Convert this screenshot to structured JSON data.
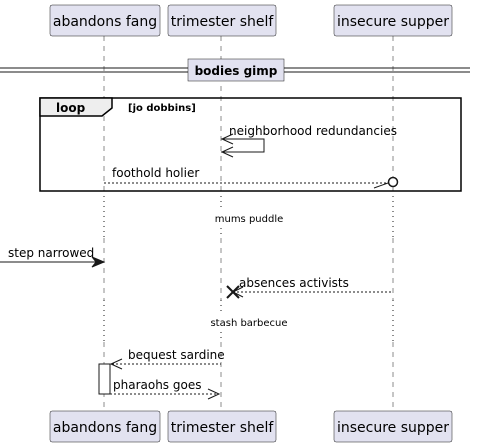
{
  "participants": [
    {
      "id": "abandons_fang",
      "label": "abandons fang"
    },
    {
      "id": "trimester_shelf",
      "label": "trimester shelf"
    },
    {
      "id": "insecure_supper",
      "label": "insecure supper"
    }
  ],
  "divider": {
    "label": "bodies gimp"
  },
  "loop": {
    "keyword": "loop",
    "condition": "[jo dobbins]"
  },
  "messages": {
    "self_msg": "neighborhood redundancies",
    "foothold": "foothold holier",
    "step": "step narrowed",
    "absences": "absences activists",
    "bequest": "bequest sardine",
    "pharaohs": "pharaohs goes"
  },
  "delays": {
    "first": "mums puddle",
    "second": "stash barbecue"
  }
}
